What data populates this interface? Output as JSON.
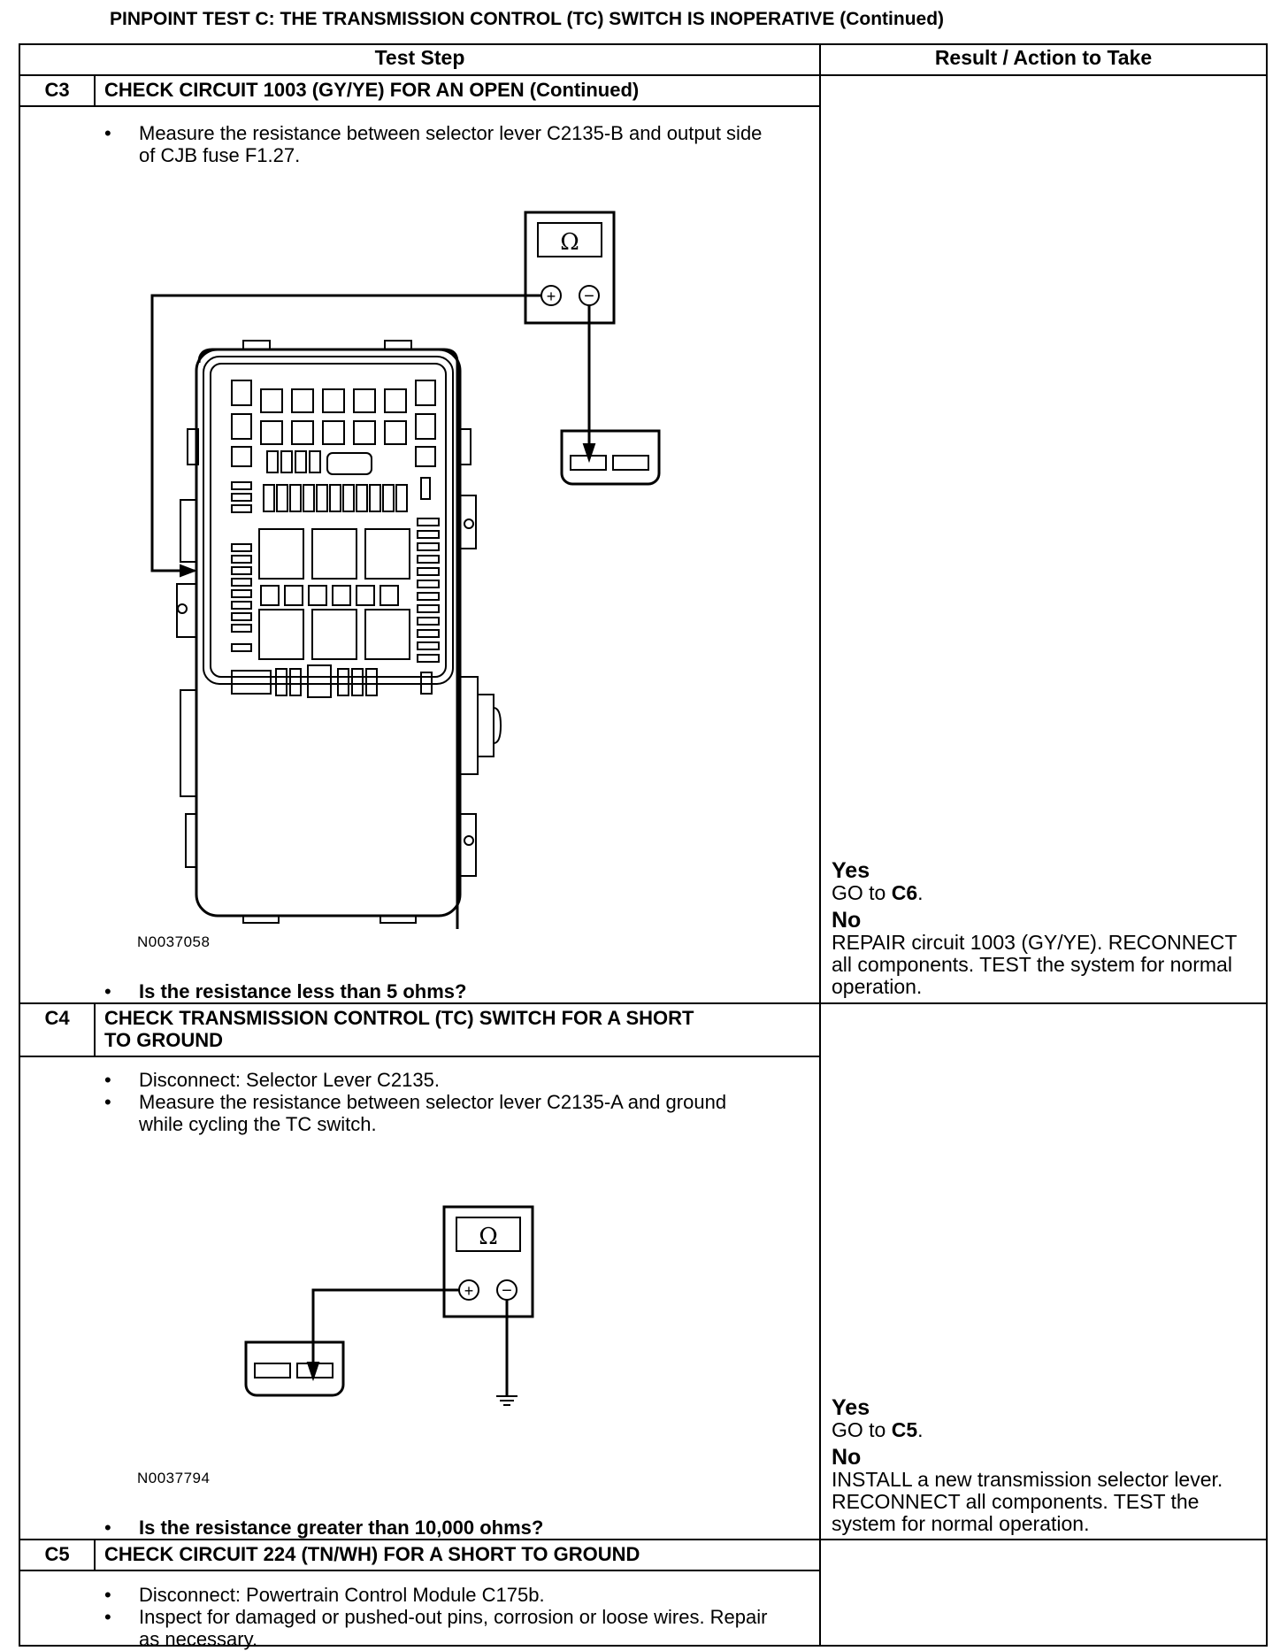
{
  "page_title": "PINPOINT TEST C: THE TRANSMISSION CONTROL (TC) SWITCH IS INOPERATIVE (Continued)",
  "table": {
    "headers": {
      "test_step": "Test Step",
      "result": "Result / Action to Take"
    },
    "steps": [
      {
        "id": "C3",
        "title": "CHECK CIRCUIT 1003 (GY/YE) FOR AN OPEN (Continued)",
        "bullets": [
          "Measure the resistance between selector lever C2135-B and output side of CJB fuse F1.27."
        ],
        "figure_id": "N0037058",
        "question": "Is the resistance less than 5 ohms?",
        "result": {
          "yes_label": "Yes",
          "yes_text_prefix": "GO to ",
          "yes_target": "C6",
          "yes_suffix": ".",
          "no_label": "No",
          "no_text": "REPAIR circuit 1003 (GY/YE). RECONNECT all components. TEST the system for normal operation."
        }
      },
      {
        "id": "C4",
        "title": "CHECK TRANSMISSION CONTROL (TC) SWITCH FOR A SHORT TO GROUND",
        "bullets": [
          "Disconnect: Selector Lever C2135.",
          "Measure the resistance between selector lever C2135-A and ground while cycling the TC switch."
        ],
        "figure_id": "N0037794",
        "question": "Is the resistance greater than 10,000 ohms?",
        "result": {
          "yes_label": "Yes",
          "yes_text_prefix": "GO to ",
          "yes_target": "C5",
          "yes_suffix": ".",
          "no_label": "No",
          "no_text": "INSTALL a new transmission selector lever. RECONNECT all components. TEST the system for normal operation."
        }
      },
      {
        "id": "C5",
        "title": "CHECK CIRCUIT 224 (TN/WH) FOR A SHORT TO GROUND",
        "bullets": [
          "Disconnect: Powertrain Control Module C175b.",
          "Inspect for damaged or pushed-out pins, corrosion or loose wires. Repair as necessary."
        ]
      }
    ]
  },
  "meter": {
    "symbol": "Ω",
    "plus": "+",
    "minus": "−"
  },
  "bullet_glyph": "•"
}
